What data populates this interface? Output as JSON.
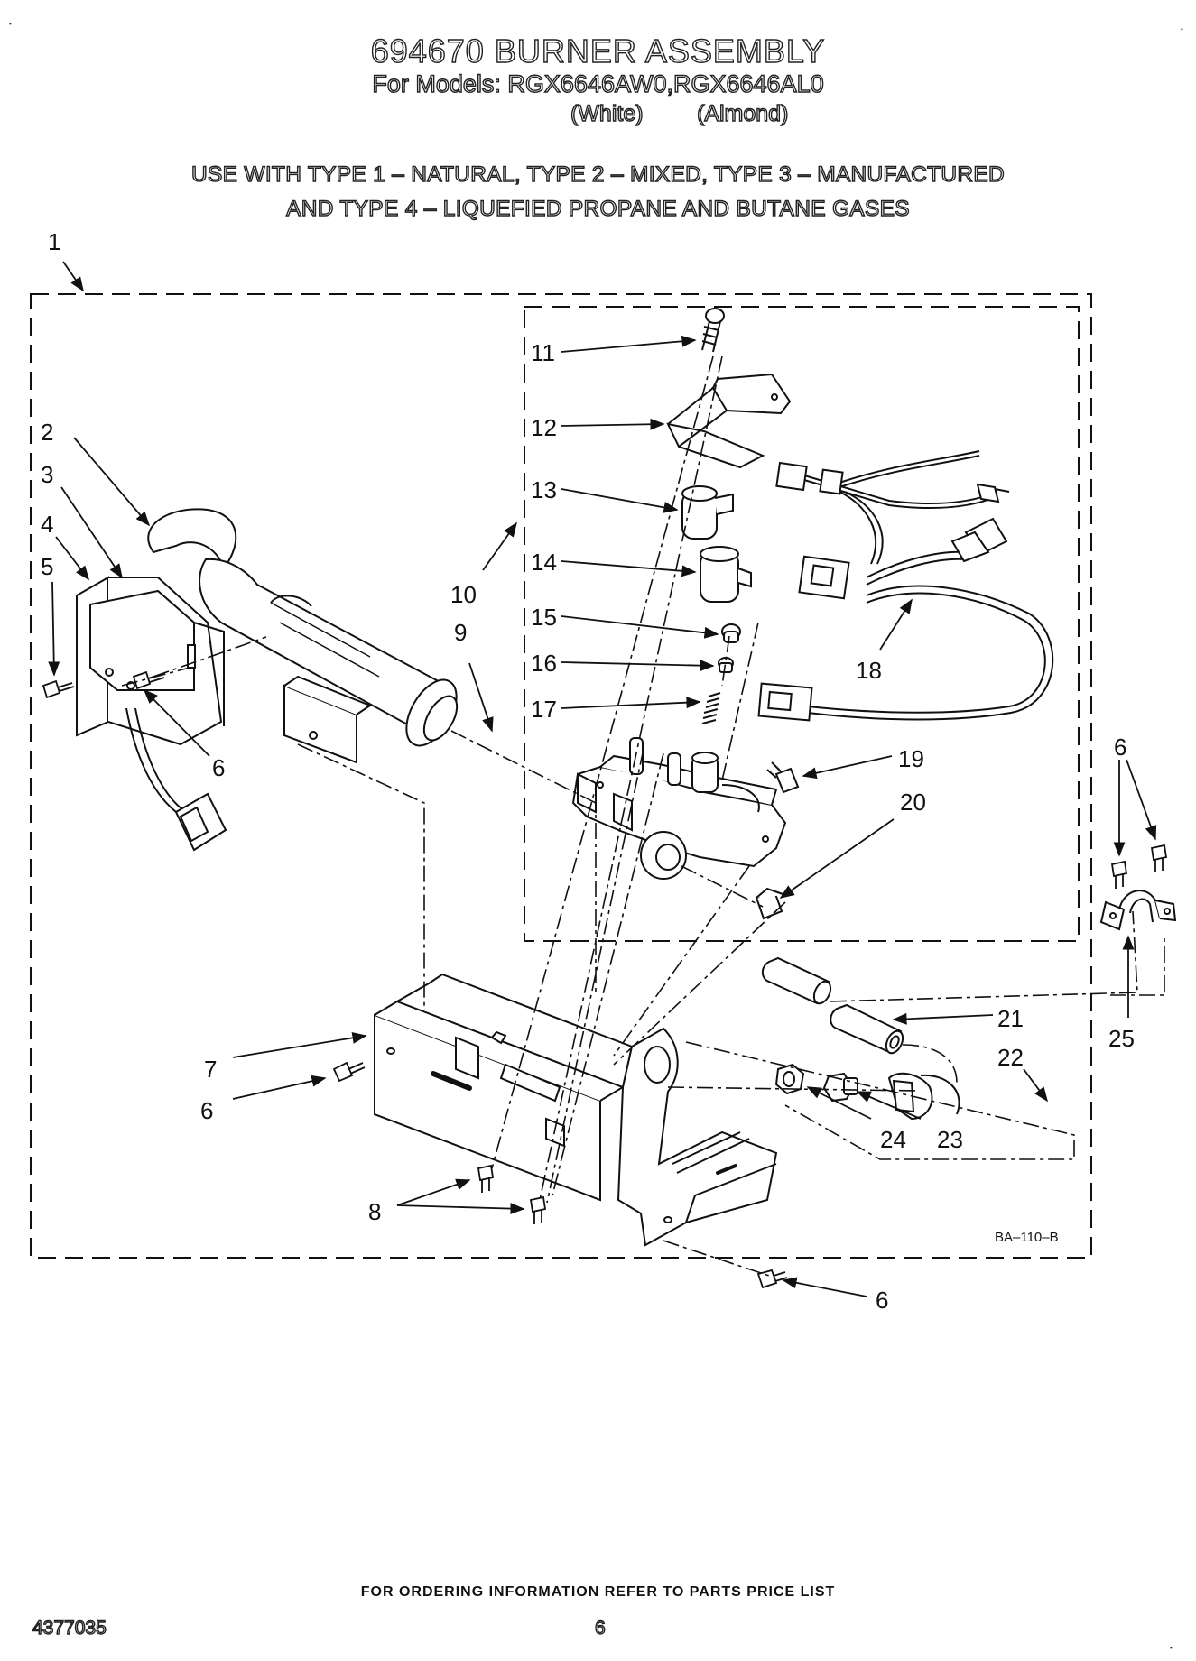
{
  "header": {
    "title": "694670 BURNER ASSEMBLY",
    "models": "For Models: RGX6646AW0,RGX6646AL0",
    "color_white": "(White)",
    "color_almond": "(Almond)",
    "usage_line1": "USE WITH TYPE 1 – NATURAL, TYPE 2 – MIXED, TYPE 3 – MANUFACTURED",
    "usage_line2": "AND TYPE 4 – LIQUEFIED PROPANE AND BUTANE GASES"
  },
  "diagram": {
    "callouts": {
      "c1": "1",
      "c2": "2",
      "c3": "3",
      "c4": "4",
      "c5": "5",
      "c6a": "6",
      "c6b": "6",
      "c6c": "6",
      "c6d": "6",
      "c7": "7",
      "c8": "8",
      "c9": "9",
      "c10": "10",
      "c11": "11",
      "c12": "12",
      "c13": "13",
      "c14": "14",
      "c15": "15",
      "c16": "16",
      "c17": "17",
      "c18": "18",
      "c19": "19",
      "c20": "20",
      "c21": "21",
      "c22": "22",
      "c23": "23",
      "c24": "24",
      "c25": "25"
    },
    "drawing_code": "BA–110–B"
  },
  "footer": {
    "ordering_info": "FOR ORDERING INFORMATION REFER TO PARTS PRICE LIST",
    "document_number": "4377035",
    "page_number": "6"
  }
}
